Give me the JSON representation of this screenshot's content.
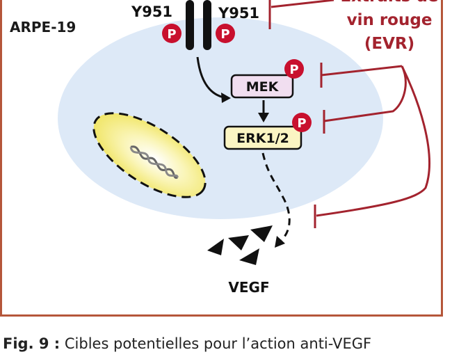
{
  "cell_label": "ARPE-19",
  "receptor_sites": {
    "left": "Y951",
    "right": "Y951"
  },
  "phospho_label": "P",
  "kinases": {
    "mek": "MEK",
    "erk": "ERK1/2"
  },
  "output": "VEGF",
  "inhibitor": {
    "line1": "Extraits de",
    "line2": "vin rouge",
    "line3": "(EVR)"
  },
  "caption": {
    "label": "Fig. 9 :",
    "text": " Cibles potentielles pour l’action anti-VEGF"
  },
  "colors": {
    "frame": "#b5563a",
    "inhibitor": "#a3232e",
    "phospho": "#c8102e",
    "cell": "#dde9f7",
    "mek": "#f1def0",
    "erk": "#fbf5c3",
    "nucleus": "#f6ef7c"
  }
}
